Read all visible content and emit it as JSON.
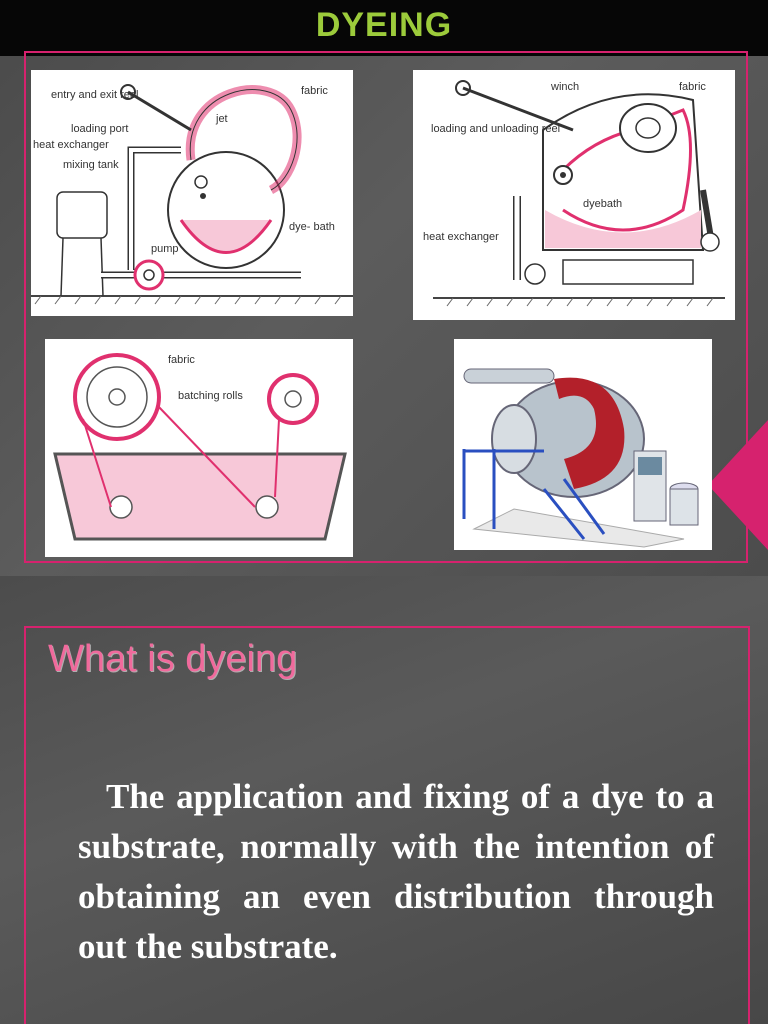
{
  "slide1": {
    "title": "DYEING",
    "jet": {
      "labels": [
        "entry and exit reel",
        "fabric",
        "loading port",
        "jet",
        "heat exchanger",
        "mixing tank",
        "dye- bath",
        "pump"
      ]
    },
    "winch": {
      "labels": [
        "winch",
        "fabric",
        "loading and unloading reel",
        "dyebath",
        "heat exchanger"
      ]
    },
    "jigger": {
      "labels": [
        "fabric",
        "batching rolls"
      ]
    }
  },
  "slide2": {
    "heading": "What is dyeing",
    "body": "The application and fixing of a dye to a substrate, normally with the intention of obtaining an even distribution through out the substrate."
  }
}
